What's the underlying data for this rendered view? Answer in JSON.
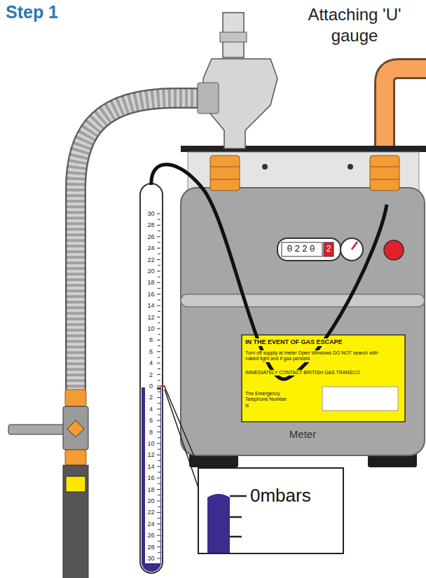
{
  "diagram": {
    "title": "Step 1",
    "nodes": [
      {
        "text": [
          "Meter"
        ]
      },
      {
        "text": [
          "IN THE EVENT OF GAS ESCAPE",
          "Turn off supply at meter Open Windows DO NOT search with naked light and if gas persists",
          "IMMEDIATELY CONTACT BRITISH GAS TRANSCO",
          "The Emergency Telephone Number is"
        ],
        "in": 0
      },
      {
        "text": [
          "0mbars"
        ]
      }
    ],
    "labels": [
      "Attaching 'U' gauge",
      "30",
      "28",
      "26",
      "24",
      "22",
      "20",
      "18",
      "16",
      "14",
      "12",
      "10",
      "8",
      "6",
      "4",
      "2",
      "0",
      "2",
      "4",
      "6",
      "8",
      "10",
      "12",
      "14",
      "16",
      "18",
      "20",
      "22",
      "24",
      "26",
      "28",
      "30",
      "0220",
      "2"
    ]
  }
}
